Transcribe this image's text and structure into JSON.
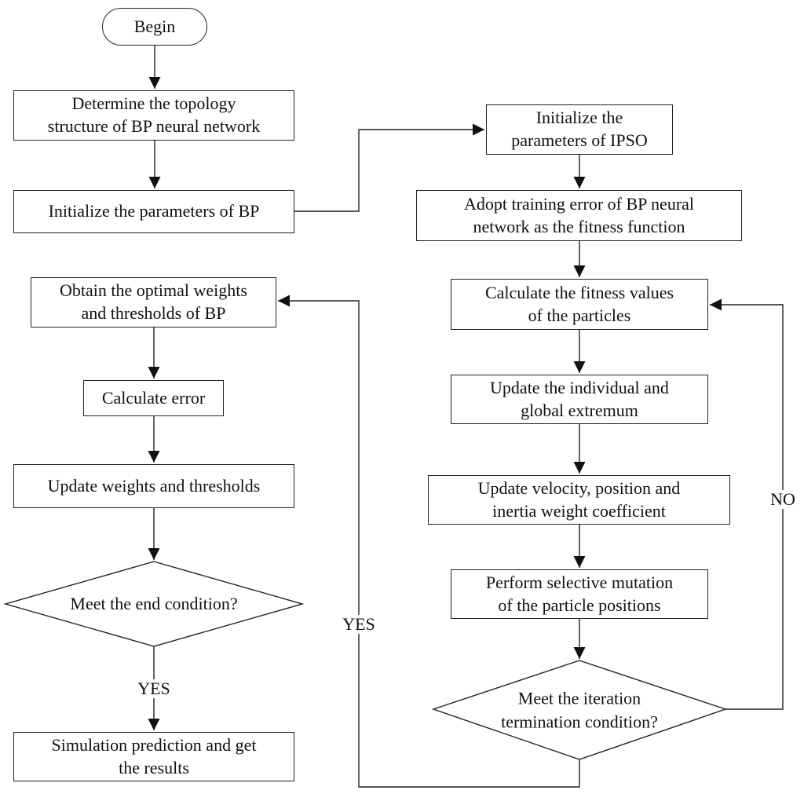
{
  "diagram": {
    "type": "flowchart",
    "colors": {
      "background": "#ffffff",
      "line": "#222222",
      "node_fill": "#ffffff",
      "text": "#111111"
    }
  },
  "nodes": {
    "begin": {
      "label": "Begin",
      "shape": "terminator"
    },
    "determine_topology": {
      "label": "Determine the topology\nstructure of BP neural network",
      "shape": "process"
    },
    "init_bp": {
      "label": "Initialize the parameters of BP",
      "shape": "process"
    },
    "obtain_weights": {
      "label": "Obtain the optimal weights\nand thresholds of BP",
      "shape": "process"
    },
    "calc_error": {
      "label": "Calculate error",
      "shape": "process"
    },
    "update_weights": {
      "label": "Update weights and thresholds",
      "shape": "process"
    },
    "end_condition": {
      "label": "Meet the end condition?",
      "shape": "decision"
    },
    "simulation": {
      "label": "Simulation prediction and get\nthe results",
      "shape": "process"
    },
    "init_ipso": {
      "label": "Initialize the\nparameters of IPSO",
      "shape": "process"
    },
    "adopt_error": {
      "label": "Adopt training error of BP neural\nnetwork as the fitness function",
      "shape": "process"
    },
    "calc_fitness": {
      "label": "Calculate the fitness values\nof the particles",
      "shape": "process"
    },
    "update_extremum": {
      "label": "Update the individual and\nglobal extremum",
      "shape": "process"
    },
    "update_velocity": {
      "label": "Update velocity, position and\ninertia weight coefficient",
      "shape": "process"
    },
    "mutation": {
      "label": "Perform selective mutation\nof the particle positions",
      "shape": "process"
    },
    "iteration_condition": {
      "label": "Meet the iteration\ntermination condition?",
      "shape": "decision"
    }
  },
  "edge_labels": {
    "yes_left": "YES",
    "yes_right": "YES",
    "no_right": "NO"
  }
}
